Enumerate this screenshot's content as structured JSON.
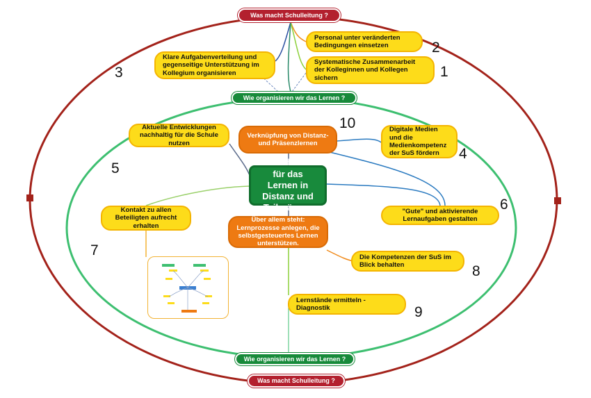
{
  "outer_labels": {
    "top": "Was macht Schulleitung ?",
    "bottom": "Was macht Schulleitung ?"
  },
  "inner_labels": {
    "top": "Wie organisieren wir das Lernen ?",
    "bottom": "Wie organisieren wir das Lernen ?"
  },
  "center_node": "Grundsätze für das Lernen in Distanz und Teilpräsenz",
  "orange_nodes": {
    "verknuepfung": "Verknüpfung von Distanz- und Präsenzlernen",
    "ueber_allem": "Über allem steht: Lernprozesse anlegen, die selbstgesteuertes Lernen unterstützen."
  },
  "yellow_nodes": {
    "personal": "Personal unter veränderten Bedingungen einsetzen",
    "systematische": "Systematische Zusammenarbeit der Kolleginnen und Kollegen sichern",
    "klare": "Klare Aufgabenverteilung und gegenseitige Unterstützung im Kollegium organisieren",
    "aktuelle": "Aktuelle Entwicklungen nachhaltig für die Schule nutzen",
    "digitale": "Digitale Medien und die Medienkompetenz der SuS fördern",
    "gute": "\"Gute\" und aktivierende Lernaufgaben gestalten",
    "kontakt": "Kontakt zu allen Beteiligten aufrecht erhalten",
    "kompetenzen": "Die Kompetenzen der SuS im Blick behalten",
    "lernstaende": "Lernstände ermitteln - Diagnostik"
  },
  "numbers": {
    "n1": "1",
    "n2": "2",
    "n3": "3",
    "n4": "4",
    "n5": "5",
    "n6": "6",
    "n7": "7",
    "n8": "8",
    "n9": "9",
    "n10": "10"
  },
  "colors": {
    "outer_ring": "#a3221a",
    "inner_ring": "#3dbf70",
    "yellow": "#fddc1a",
    "orange": "#ee7a12",
    "green": "#188a3c",
    "red": "#b3202e"
  },
  "thumbnail": {
    "description_icon": "mindmap-thumbnail-icon"
  }
}
